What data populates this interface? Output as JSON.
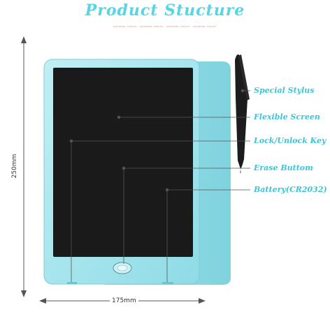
{
  "title": "Product Stucture",
  "subtitle": "DRAWING TABLET · DRAWING TABLET · DRAWING TABLET · DRAWING TABLET",
  "dimensions": {
    "height": "250mm",
    "width": "175mm"
  },
  "callouts": [
    "Special Stylus",
    "Flexible Screen",
    "Lock/Unlock Key",
    "Erase Buttom",
    "Battery(CR2032)"
  ],
  "colors": {
    "title": "#56d6e4",
    "callout_text": "#3bc6d8",
    "tablet_body": "#a7e8ef",
    "tablet_back": "#8fdbe6",
    "screen": "#1a1a1a",
    "pen": "#1c1c1c"
  }
}
